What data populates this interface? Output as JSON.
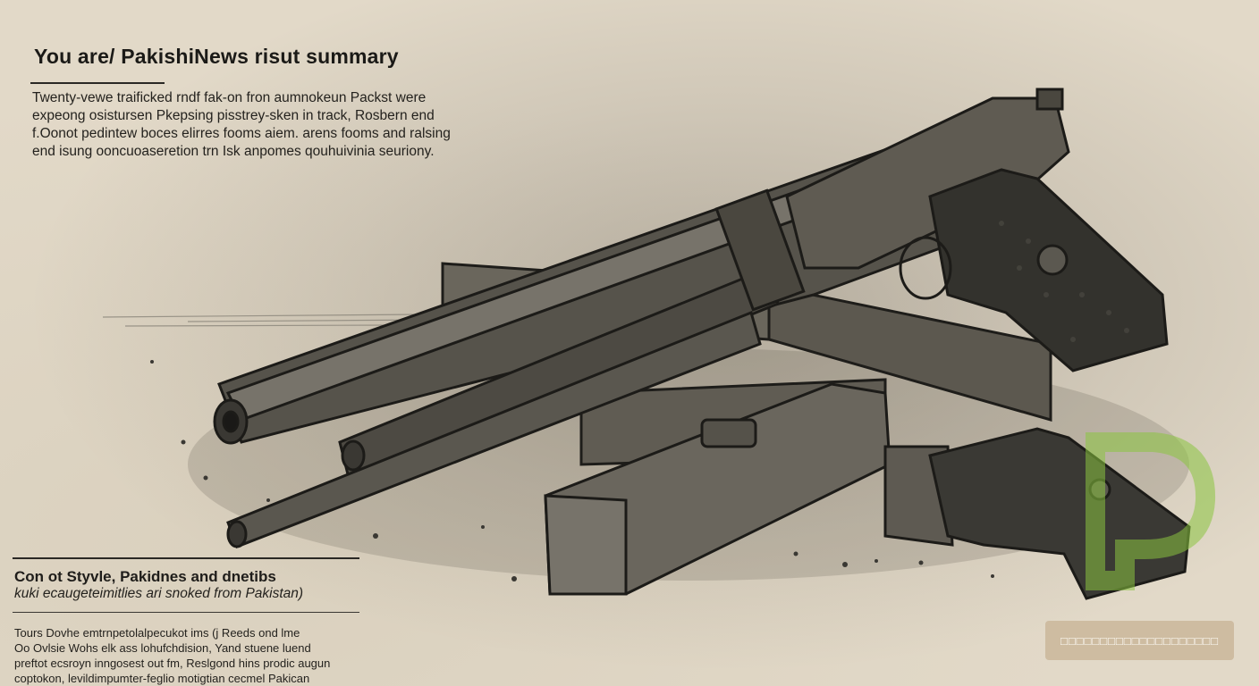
{
  "header": {
    "title": "You are/ PakishiNews  risut summary",
    "intro_lines": [
      "Twenty-vewe traificked rndf fak-on fron aumnokeun Packst were",
      "expeong osistursen Pkepsing pisstrey-sken in track, Rosbern end",
      "f.Oonot pedintew boces elirres fooms aiem. arens fooms and ralsing",
      "end isung ooncuoaseretion trn Isk anpomes qouhuivinia seuriony."
    ]
  },
  "section": {
    "heading": "Con ot Styvle, Pakidnes and dnetibs",
    "subtitle": "kuki ecaugeteimitlies ari snoked from Pakistan)",
    "body_lines": [
      "Tours Dovhe emtrnpetolalpecukot ims (j Reeds ond lme",
      "Oo Ovlsie Wohs elk ass lohufchdision, Yand stuene luend",
      "preftot ecsroyn inngosest out fm, Reslgond hins prodic augun",
      "coptokon, levildimpumter-feglio motigtian cecmel Pakican"
    ]
  },
  "caption": {
    "text": "□□□□□□□□□□□□□□□□□□□□"
  },
  "colors": {
    "paper": "#e2d9c8",
    "ink": "#1b1a17",
    "metal": "#5b5850",
    "grip": "#2f2e2a",
    "logo_green": "#8bc53f",
    "caption_bg": "#c8b496"
  }
}
